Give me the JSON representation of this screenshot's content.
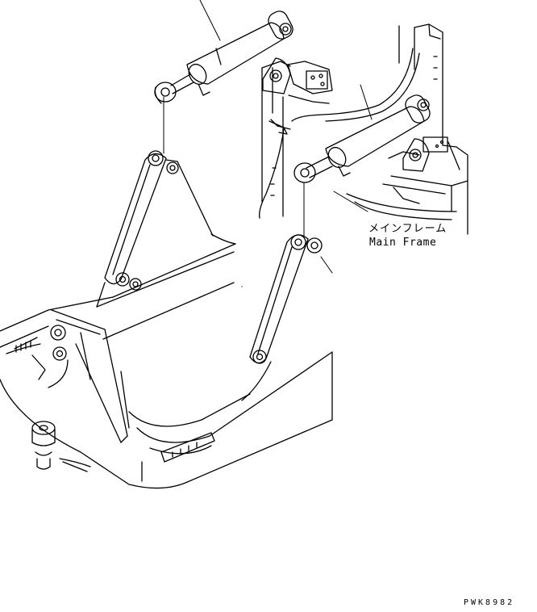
{
  "callouts": {
    "main_frame_jp": "メインフレーム",
    "main_frame_en": "Main Frame"
  },
  "drawing_code": "PWK8982",
  "colors": {
    "ink": "#000000",
    "paper": "#ffffff"
  }
}
